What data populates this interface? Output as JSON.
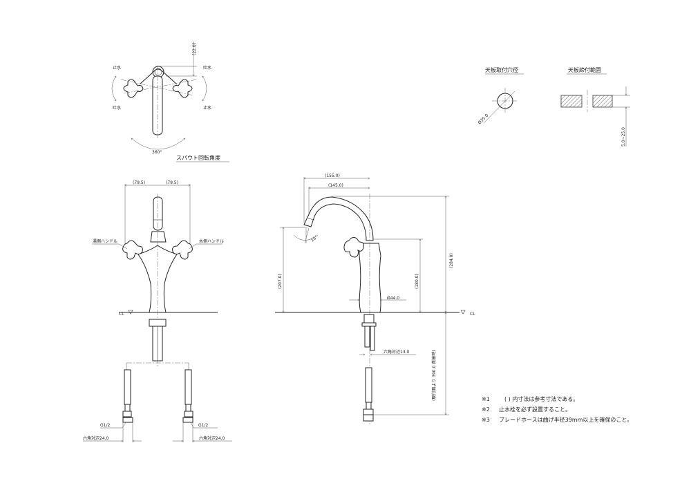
{
  "top_view": {
    "dim_22": "(22.0)",
    "left_top": "止水",
    "left_bottom": "吐水",
    "right_top": "吐水",
    "right_bottom": "止水",
    "rotation": "360°",
    "caption": "スパウト回転角度"
  },
  "front_view": {
    "dim_left": "(79.5)",
    "dim_right": "(79.5)",
    "hot_handle": "湯側ハンドル",
    "cold_handle": "水側ハンドル",
    "cl": "CL",
    "thread_left": "G1/2",
    "thread_right": "G1/2",
    "hex_left": "六角対辺24.0",
    "hex_right": "六角対辺24.0"
  },
  "side_view": {
    "dim_155": "(155.0)",
    "dim_145": "(145.0)",
    "dim_207": "(207.0)",
    "dim_180": "(180.0)",
    "dim_284": "(284.0)",
    "angle": "15°",
    "dia_44": "Ø44.0",
    "hex_13": "六角対辺13.0",
    "dim_390": "(取付面より 390.0 首振時)",
    "cl": "CL"
  },
  "hole_detail": {
    "title": "天板取付穴径",
    "dia": "Ø35.0"
  },
  "clamp_detail": {
    "title": "天板締付範囲",
    "range": "5.0~25.0"
  },
  "notes": [
    {
      "mark": "※1",
      "text": "( ) 内寸法は参考寸法である。"
    },
    {
      "mark": "※2",
      "text": "止水栓を必ず設置すること。"
    },
    {
      "mark": "※3",
      "text": "ブレードホースは曲げ半径39mm以上を確保のこと。"
    }
  ]
}
